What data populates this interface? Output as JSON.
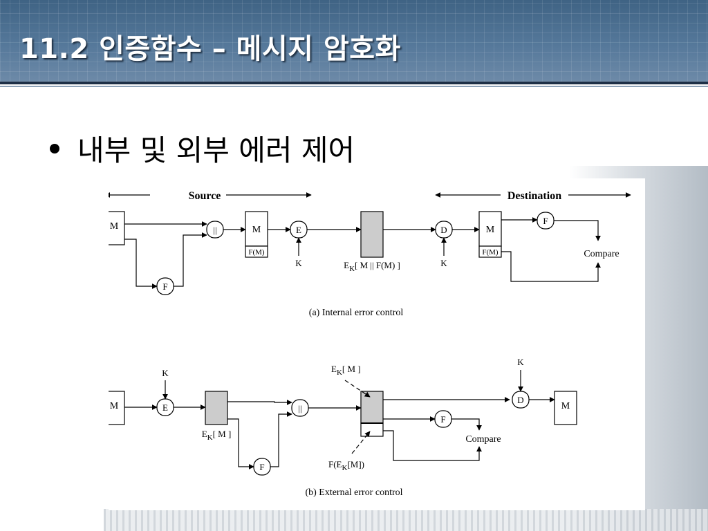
{
  "slide": {
    "title": "11.2 인증함수 – 메시지 암호화",
    "bullet": "내부 및 외부 에러 제어"
  },
  "colors": {
    "title_band": "#4f7193",
    "shaded_box": "#cccccc"
  },
  "diagram": {
    "source_label": "Source",
    "destination_label": "Destination",
    "caption_a": "(a) Internal error control",
    "caption_b": "(b) External error control",
    "m": "M",
    "f": "F",
    "e": "E",
    "d": "D",
    "k": "K",
    "concat": "||",
    "fm": "F(M)",
    "compare": "Compare",
    "ek_mfm_pre": "E",
    "ek_mfm_sub": "K",
    "ek_mfm_post": "[ M || F(M) ]",
    "ek_m_pre": "E",
    "ek_m_sub": "K",
    "ek_m_post": "[ M ]",
    "fek_pre": "F(E",
    "fek_sub": "K",
    "fek_post": "[M])"
  }
}
